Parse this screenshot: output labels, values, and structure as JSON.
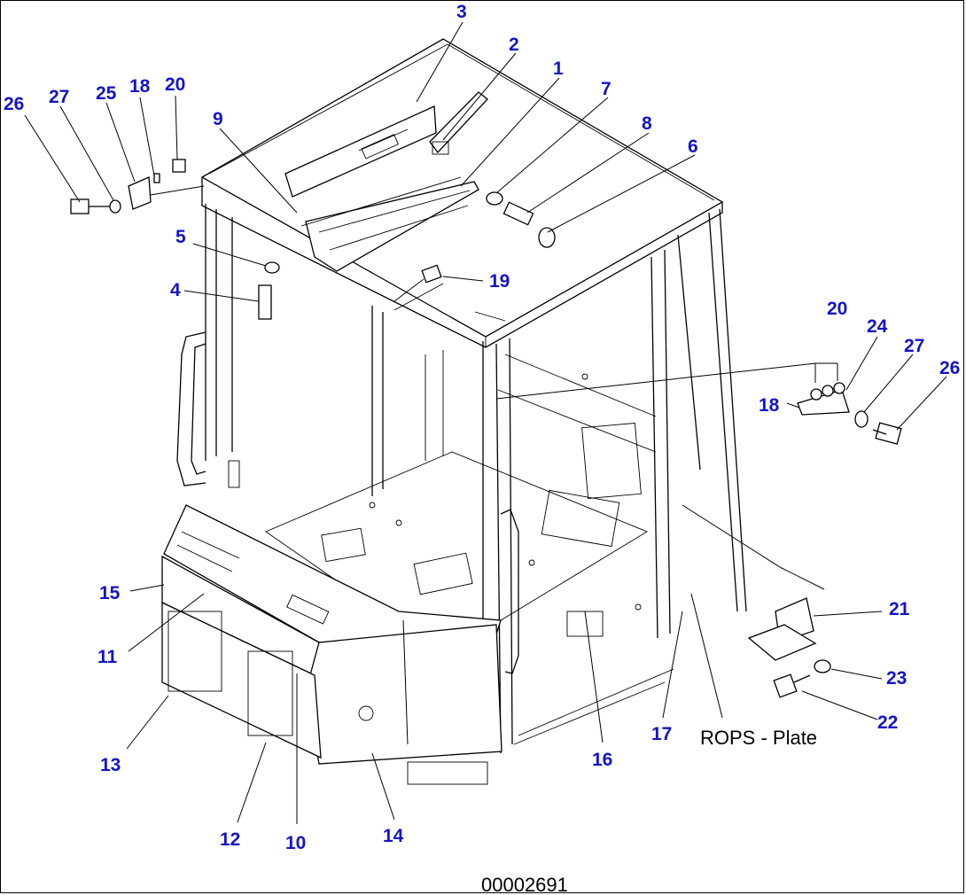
{
  "callouts": [
    {
      "label": "3"
    },
    {
      "label": "2"
    },
    {
      "label": "1"
    },
    {
      "label": "7"
    },
    {
      "label": "8"
    },
    {
      "label": "6"
    },
    {
      "label": "26"
    },
    {
      "label": "27"
    },
    {
      "label": "25"
    },
    {
      "label": "18"
    },
    {
      "label": "20"
    },
    {
      "label": "9"
    },
    {
      "label": "5"
    },
    {
      "label": "4"
    },
    {
      "label": "19"
    },
    {
      "label": "20"
    },
    {
      "label": "24"
    },
    {
      "label": "27"
    },
    {
      "label": "26"
    },
    {
      "label": "18"
    },
    {
      "label": "15"
    },
    {
      "label": "11"
    },
    {
      "label": "13"
    },
    {
      "label": "12"
    },
    {
      "label": "10"
    },
    {
      "label": "14"
    },
    {
      "label": "16"
    },
    {
      "label": "17"
    },
    {
      "label": "21"
    },
    {
      "label": "23"
    },
    {
      "label": "22"
    }
  ],
  "rops_label": "ROPS - Plate",
  "document_number": "00002691",
  "colors": {
    "callout": "#1414c8",
    "line": "#000000",
    "background": "#ffffff"
  }
}
